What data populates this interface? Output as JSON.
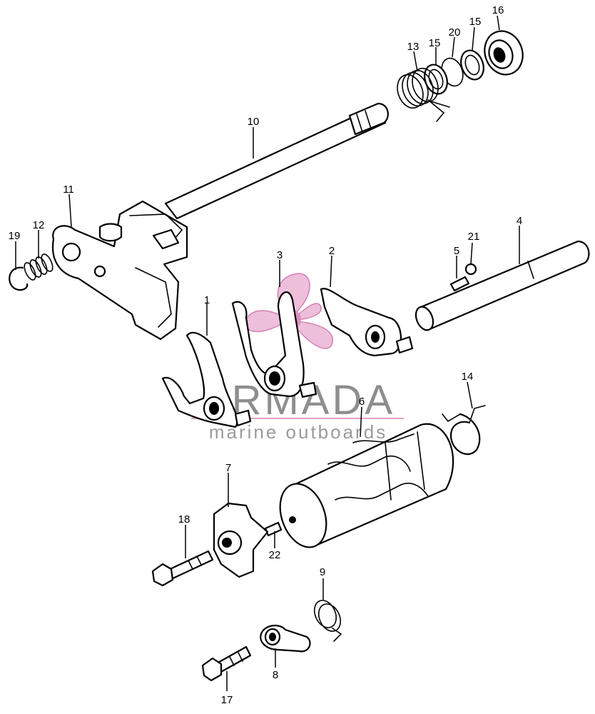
{
  "watermark": {
    "brand": "ARMADA",
    "tagline": "marine outboards",
    "colors": {
      "text": "#7a7a7a",
      "logo": "#e7a9ce",
      "line": "#e0a0c6"
    }
  },
  "callouts": {
    "c1": "1",
    "c2": "2",
    "c3": "3",
    "c4": "4",
    "c5": "5",
    "c6": "6",
    "c7": "7",
    "c8": "8",
    "c9": "9",
    "c10": "10",
    "c11": "11",
    "c12": "12",
    "c13": "13",
    "c14": "14",
    "c15a": "15",
    "c15b": "15",
    "c16": "16",
    "c17": "17",
    "c18": "18",
    "c19": "19",
    "c20": "20",
    "c21": "21",
    "c22": "22"
  }
}
